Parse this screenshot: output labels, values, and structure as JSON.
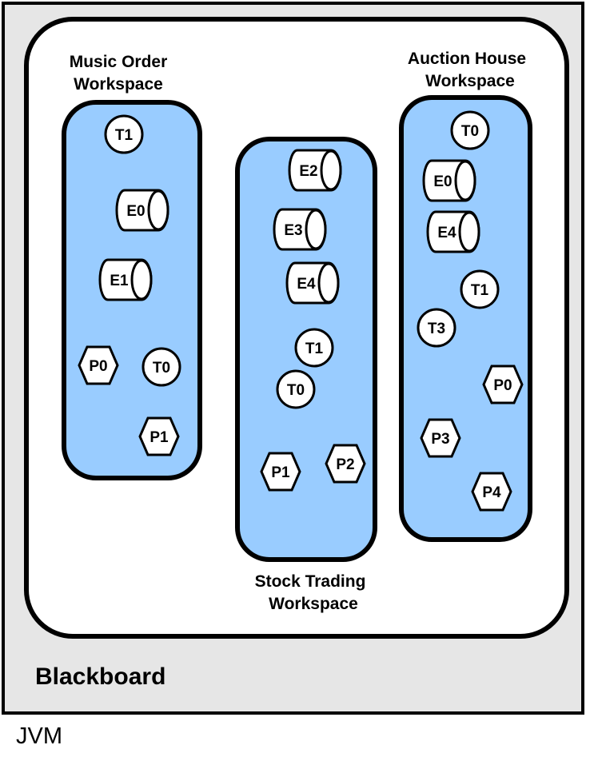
{
  "jvm_label": "JVM",
  "blackboard_label": "Blackboard",
  "workspaces": [
    {
      "id": "music-order",
      "title_lines": [
        "Music Order",
        "Workspace"
      ],
      "nodes": [
        {
          "kind": "thread",
          "label": "T1"
        },
        {
          "kind": "entity",
          "label": "E0"
        },
        {
          "kind": "entity",
          "label": "E1"
        },
        {
          "kind": "process",
          "label": "P0"
        },
        {
          "kind": "thread",
          "label": "T0"
        },
        {
          "kind": "process",
          "label": "P1"
        }
      ]
    },
    {
      "id": "stock-trading",
      "title_lines": [
        "Stock Trading",
        "Workspace"
      ],
      "nodes": [
        {
          "kind": "entity",
          "label": "E2"
        },
        {
          "kind": "entity",
          "label": "E3"
        },
        {
          "kind": "entity",
          "label": "E4"
        },
        {
          "kind": "thread",
          "label": "T1"
        },
        {
          "kind": "thread",
          "label": "T0"
        },
        {
          "kind": "process",
          "label": "P1"
        },
        {
          "kind": "process",
          "label": "P2"
        }
      ]
    },
    {
      "id": "auction-house",
      "title_lines": [
        "Auction House",
        "Workspace"
      ],
      "nodes": [
        {
          "kind": "thread",
          "label": "T0"
        },
        {
          "kind": "entity",
          "label": "E0"
        },
        {
          "kind": "entity",
          "label": "E4"
        },
        {
          "kind": "thread",
          "label": "T1"
        },
        {
          "kind": "thread",
          "label": "T3"
        },
        {
          "kind": "process",
          "label": "P0"
        },
        {
          "kind": "process",
          "label": "P3"
        },
        {
          "kind": "process",
          "label": "P4"
        }
      ]
    }
  ],
  "colors": {
    "jvm_fill": "#e6e6e6",
    "blackboard_fill": "#ffffff",
    "workspace_fill": "#99ccff",
    "node_fill": "#ffffff",
    "stroke": "#000000"
  }
}
